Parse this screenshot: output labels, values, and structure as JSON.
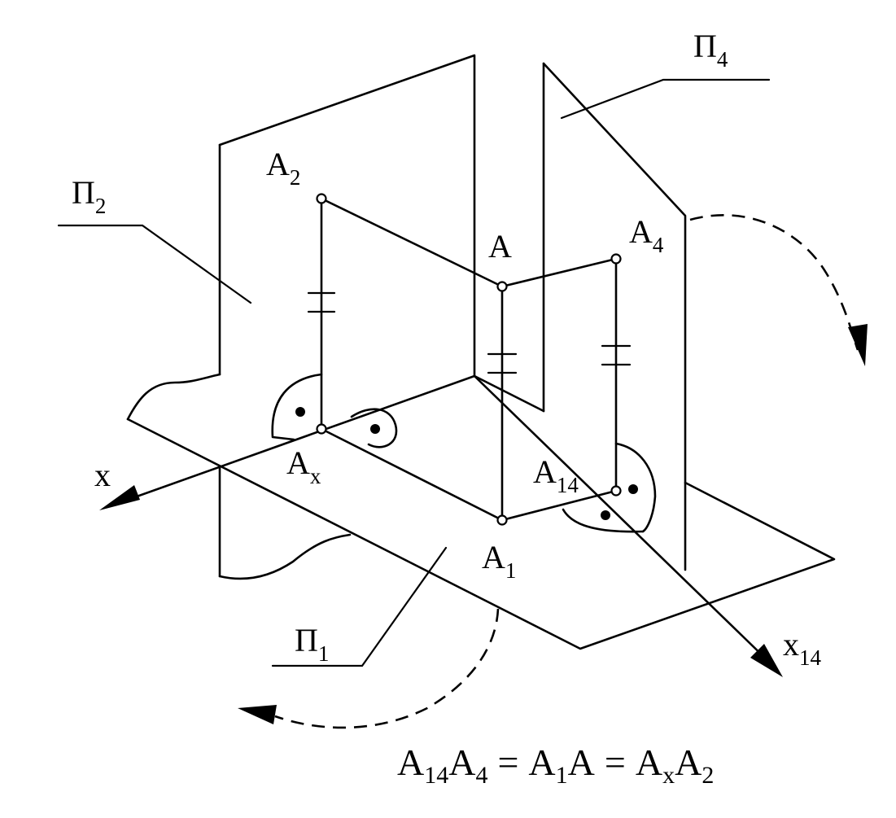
{
  "planes": {
    "p2": {
      "letter": "Π",
      "index": "2"
    },
    "p4": {
      "letter": "Π",
      "index": "4"
    },
    "p1": {
      "letter": "Π",
      "index": "1"
    }
  },
  "points": {
    "a": {
      "letter": "A"
    },
    "a2": {
      "letter": "A",
      "index": "2"
    },
    "a4": {
      "letter": "A",
      "index": "4"
    },
    "ax": {
      "letter": "A",
      "index": "x"
    },
    "a1": {
      "letter": "A",
      "index": "1"
    },
    "a14": {
      "letter": "A",
      "index": "14"
    }
  },
  "axes": {
    "x": {
      "letter": "x"
    },
    "x14": {
      "letter": "x",
      "index": "14"
    }
  },
  "equation": {
    "t1": "A",
    "s1": "14",
    "t2": "A",
    "s2": "4",
    "eq1": "=",
    "t3": "A",
    "s3": "1",
    "t4": "A",
    "eq2": "=",
    "t5": "A",
    "s5": "x",
    "t6": "A",
    "s6": "2"
  }
}
